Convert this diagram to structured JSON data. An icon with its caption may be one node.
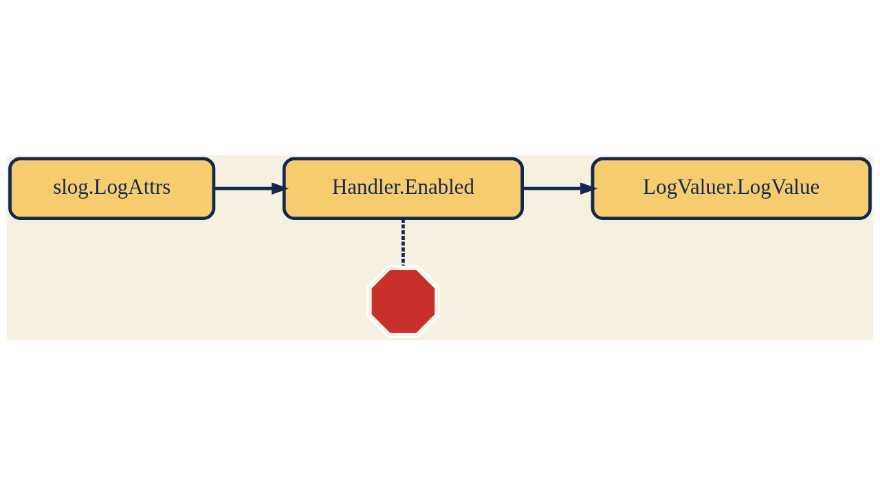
{
  "diagram": {
    "nodes": [
      {
        "text": [
          "slog.LogAttrs"
        ]
      },
      {
        "text": [
          "Handler.Enabled"
        ]
      },
      {
        "text": [
          "LogValuer.LogValue"
        ]
      },
      {
        "text": [],
        "shape": "octagon"
      }
    ],
    "edges": [
      {
        "from": 0,
        "to": 1,
        "arrow": "to"
      },
      {
        "from": 1,
        "to": 2,
        "arrow": "to"
      },
      {
        "from": 1,
        "to": 3,
        "arrow": "none",
        "style": "dashed"
      }
    ]
  }
}
